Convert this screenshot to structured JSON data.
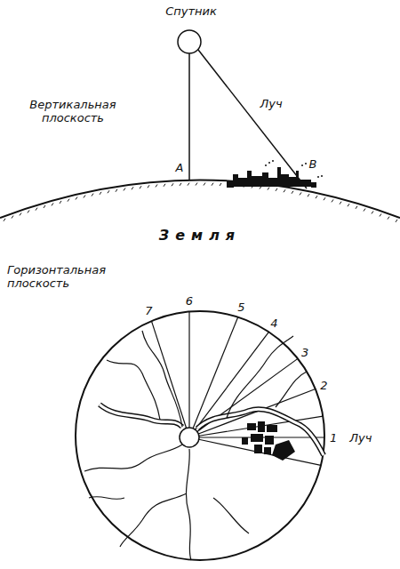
{
  "diagram": {
    "labels": [
      "Спутник",
      "Вертикальная плоскость",
      "Луч",
      "А",
      "В",
      "Земля",
      "Горизонтальная плоскость",
      "7",
      "6",
      "5",
      "4",
      "3",
      "2",
      "1",
      "Луч"
    ]
  }
}
